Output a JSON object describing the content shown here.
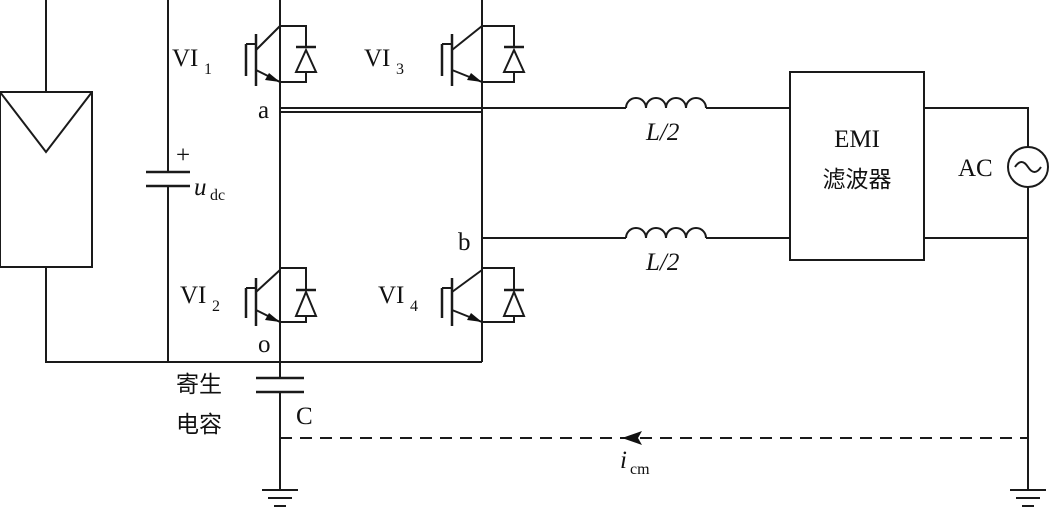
{
  "labels": {
    "vt1_main": "VI",
    "vt1_sub": "1",
    "vt2_main": "VI",
    "vt2_sub": "2",
    "vt3_main": "VI",
    "vt3_sub": "3",
    "vt4_main": "VI",
    "vt4_sub": "4",
    "node_a": "a",
    "node_b": "b",
    "node_o": "o",
    "cap_plus": "+",
    "udc_main": "u",
    "udc_sub": "dc",
    "inductor_top": "L/2",
    "inductor_bottom": "L/2",
    "emi_line1": "EMI",
    "emi_line2": "滤波器",
    "ac": "AC",
    "parasitic_line1": "寄生",
    "parasitic_line2": "电容",
    "cap_c": "C",
    "icm_main": "i",
    "icm_sub": "cm"
  }
}
